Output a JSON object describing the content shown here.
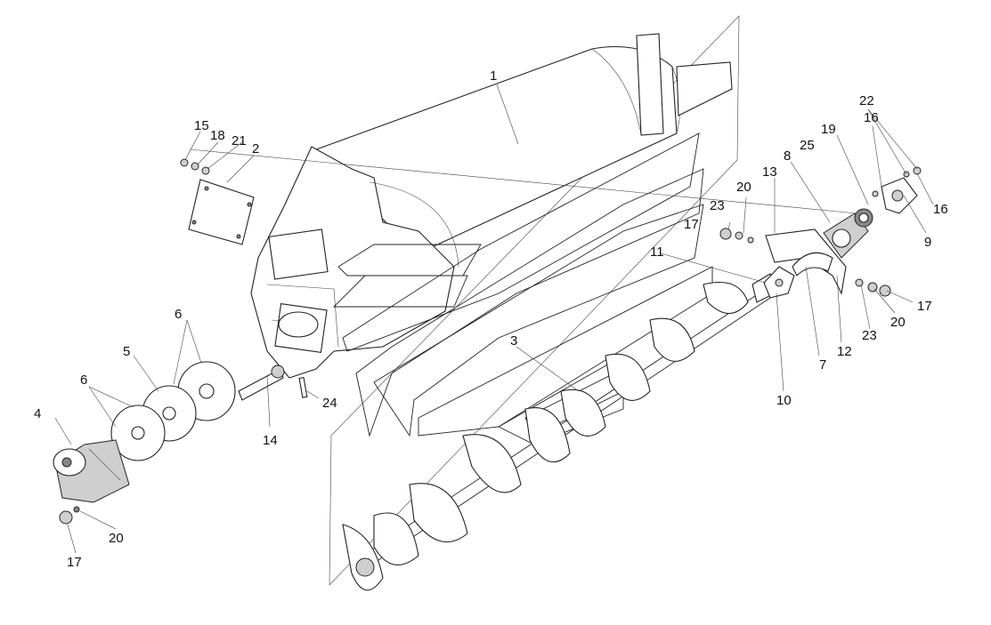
{
  "callouts": [
    {
      "id": "c1",
      "text": "1"
    },
    {
      "id": "c2",
      "text": "2"
    },
    {
      "id": "c3",
      "text": "3"
    },
    {
      "id": "c4",
      "text": "4"
    },
    {
      "id": "c5",
      "text": "5"
    },
    {
      "id": "c6a",
      "text": "6"
    },
    {
      "id": "c6b",
      "text": "6"
    },
    {
      "id": "c7",
      "text": "7"
    },
    {
      "id": "c8",
      "text": "8"
    },
    {
      "id": "c9",
      "text": "9"
    },
    {
      "id": "c10",
      "text": "10"
    },
    {
      "id": "c11",
      "text": "11"
    },
    {
      "id": "c12",
      "text": "12"
    },
    {
      "id": "c13",
      "text": "13"
    },
    {
      "id": "c14",
      "text": "14"
    },
    {
      "id": "c15",
      "text": "15"
    },
    {
      "id": "c16a",
      "text": "16"
    },
    {
      "id": "c16b",
      "text": "16"
    },
    {
      "id": "c17a",
      "text": "17"
    },
    {
      "id": "c17b",
      "text": "17"
    },
    {
      "id": "c17c",
      "text": "17"
    },
    {
      "id": "c18",
      "text": "18"
    },
    {
      "id": "c19",
      "text": "19"
    },
    {
      "id": "c20a",
      "text": "20"
    },
    {
      "id": "c20b",
      "text": "20"
    },
    {
      "id": "c20c",
      "text": "20"
    },
    {
      "id": "c21",
      "text": "21"
    },
    {
      "id": "c22",
      "text": "22"
    },
    {
      "id": "c23a",
      "text": "23"
    },
    {
      "id": "c23b",
      "text": "23"
    },
    {
      "id": "c24",
      "text": "24"
    },
    {
      "id": "c25",
      "text": "25"
    }
  ]
}
